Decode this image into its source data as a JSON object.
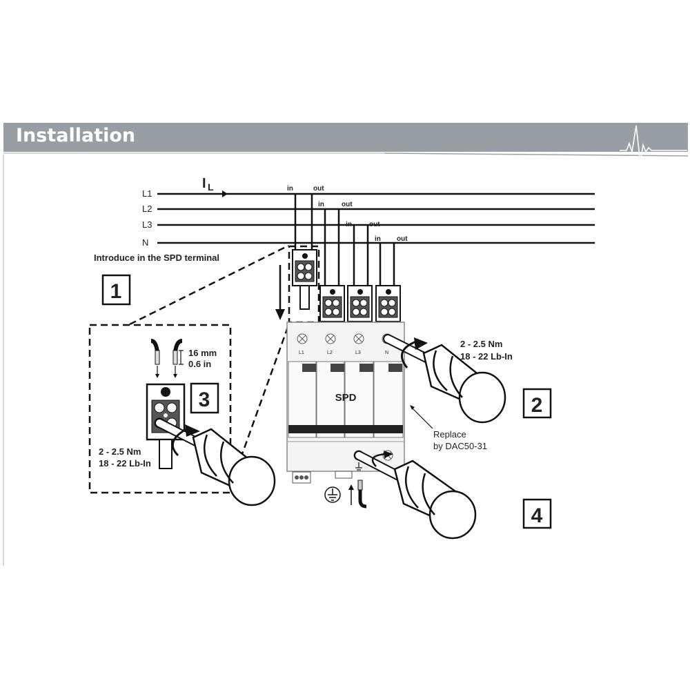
{
  "header": {
    "title": "Installation"
  },
  "lines": {
    "l1": "L1",
    "l2": "L2",
    "l3": "L3",
    "n": "N",
    "current": "I",
    "current_sub": "L"
  },
  "connections": {
    "in": "in",
    "out": "out"
  },
  "instructions": {
    "introduce": "Introduce  in the SPD terminal"
  },
  "steps": {
    "s1": "1",
    "s2": "2",
    "s3": "3",
    "s4": "4"
  },
  "strip": {
    "length_mm": "16 mm",
    "length_in": "0.6 in"
  },
  "torque": {
    "nm": "2 - 2.5 Nm",
    "lbin": "18 - 22 Lb-In"
  },
  "module_labels": [
    "L1",
    "L2",
    "L3",
    "N"
  ],
  "device": {
    "label": "SPD"
  },
  "replace": {
    "line1": "Replace",
    "line2": "by DAC50-31"
  }
}
